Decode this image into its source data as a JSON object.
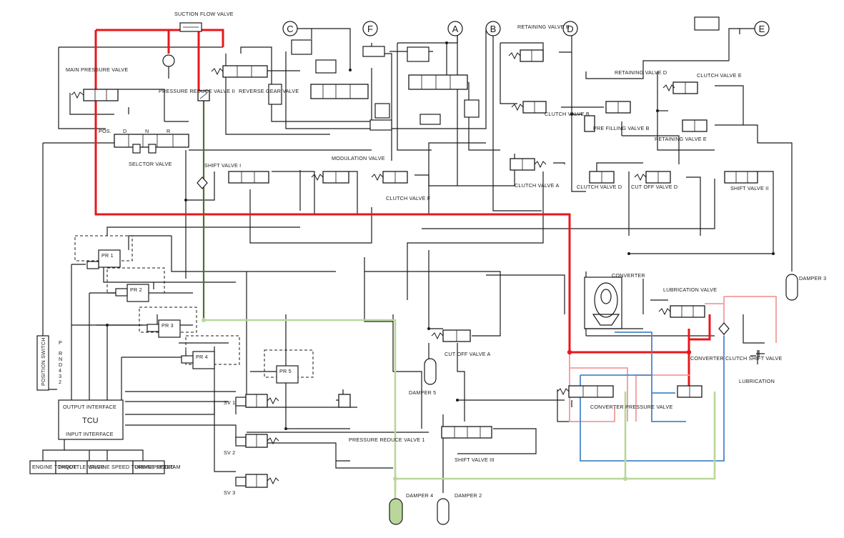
{
  "diagram": {
    "labels": {
      "suction_flow_valve": "SUCTION FLOW VALVE",
      "main_pressure_valve": "MAIN PRESSURE VALVE",
      "pressure_reduce_valve_ii": "PRESSURE REDUCE VALVE II",
      "reverse_gear_valve": "REVERSE GEAR VALVE",
      "pos": "POS.",
      "pos_d": "D",
      "pos_n": "N",
      "pos_r": "R",
      "selector_valve": "SELCTOR VALVE",
      "shift_valve_i": "SHIFT VALVE I",
      "modulation_valve": "MODULATION VALVE",
      "clutch_valve_f": "CLUTCH VALVE F",
      "retaining_valve_b": "RETAINING VALVE B",
      "clutch_valve_b": "CLUTCH VALVE B",
      "pre_filling_valve_b": "PRE FILLING VALVE B",
      "retaining_valve_d": "RETAINING VALVE D",
      "clutch_valve_e": "CLUTCH VALVE E",
      "retaining_valve_e": "RETAINING VALVE E",
      "clutch_valve_a": "CLUTCH VALVE A",
      "clutch_valve_d": "CLUTCH VALVE D",
      "cut_off_valve_d": "CUT OFF VALVE D",
      "shift_valve_ii": "SHIFT VALVE II",
      "damper_3": "DAMPER 3",
      "converter": "CONVERTER",
      "lubrication_valve": "LUBRICATION VALVE",
      "converter_clutch_shift_valve": "CONVERTER CLUTCH SHIFT VALVE",
      "lubrication": "LUBRICATION",
      "converter_pressure_valve": "CONVERTER PRESSURE VALVE",
      "cut_off_valve_a": "CUT OFF VALVE A",
      "damper_5": "DAMPER 5",
      "pressure_reduce_valve_1": "PRESSURE REDUCE VALVE 1",
      "shift_valve_iii": "SHIFT VALVE III",
      "damper_4": "DAMPER 4",
      "damper_2": "DAMPER 2",
      "position_switch": "POSITION SWITCH",
      "position_switch_positions": [
        "P",
        "R",
        "N",
        "D",
        "4",
        "3",
        "2"
      ],
      "tcu_output": "OUTPUT INTERFACE",
      "tcu": "TCU",
      "tcu_input": "INPUT INTERFACE",
      "pr1": "PR 1",
      "pr2": "PR 2",
      "pr3": "PR 3",
      "pr4": "PR 4",
      "pr5": "PR 5",
      "sv1": "SV 1",
      "sv2": "SV 2",
      "sv3": "SV 3"
    },
    "connectors": [
      "C",
      "F",
      "A",
      "B",
      "D",
      "E"
    ],
    "inputs": {
      "engine_torque": "ENGINE TORQUE",
      "throttle_valve": "THROTTLE VALVE",
      "engine_turbine_speed": "ENGINE SPEED TURBINE SPEED",
      "drive_program": "DRIVE PROGRAM"
    },
    "colors": {
      "main_line": "#e8171b",
      "converter_line": "#f29b9b",
      "pilot_line": "#b9d79a",
      "reduced_line": "#556b2f",
      "lube_line": "#4a86c8"
    }
  }
}
